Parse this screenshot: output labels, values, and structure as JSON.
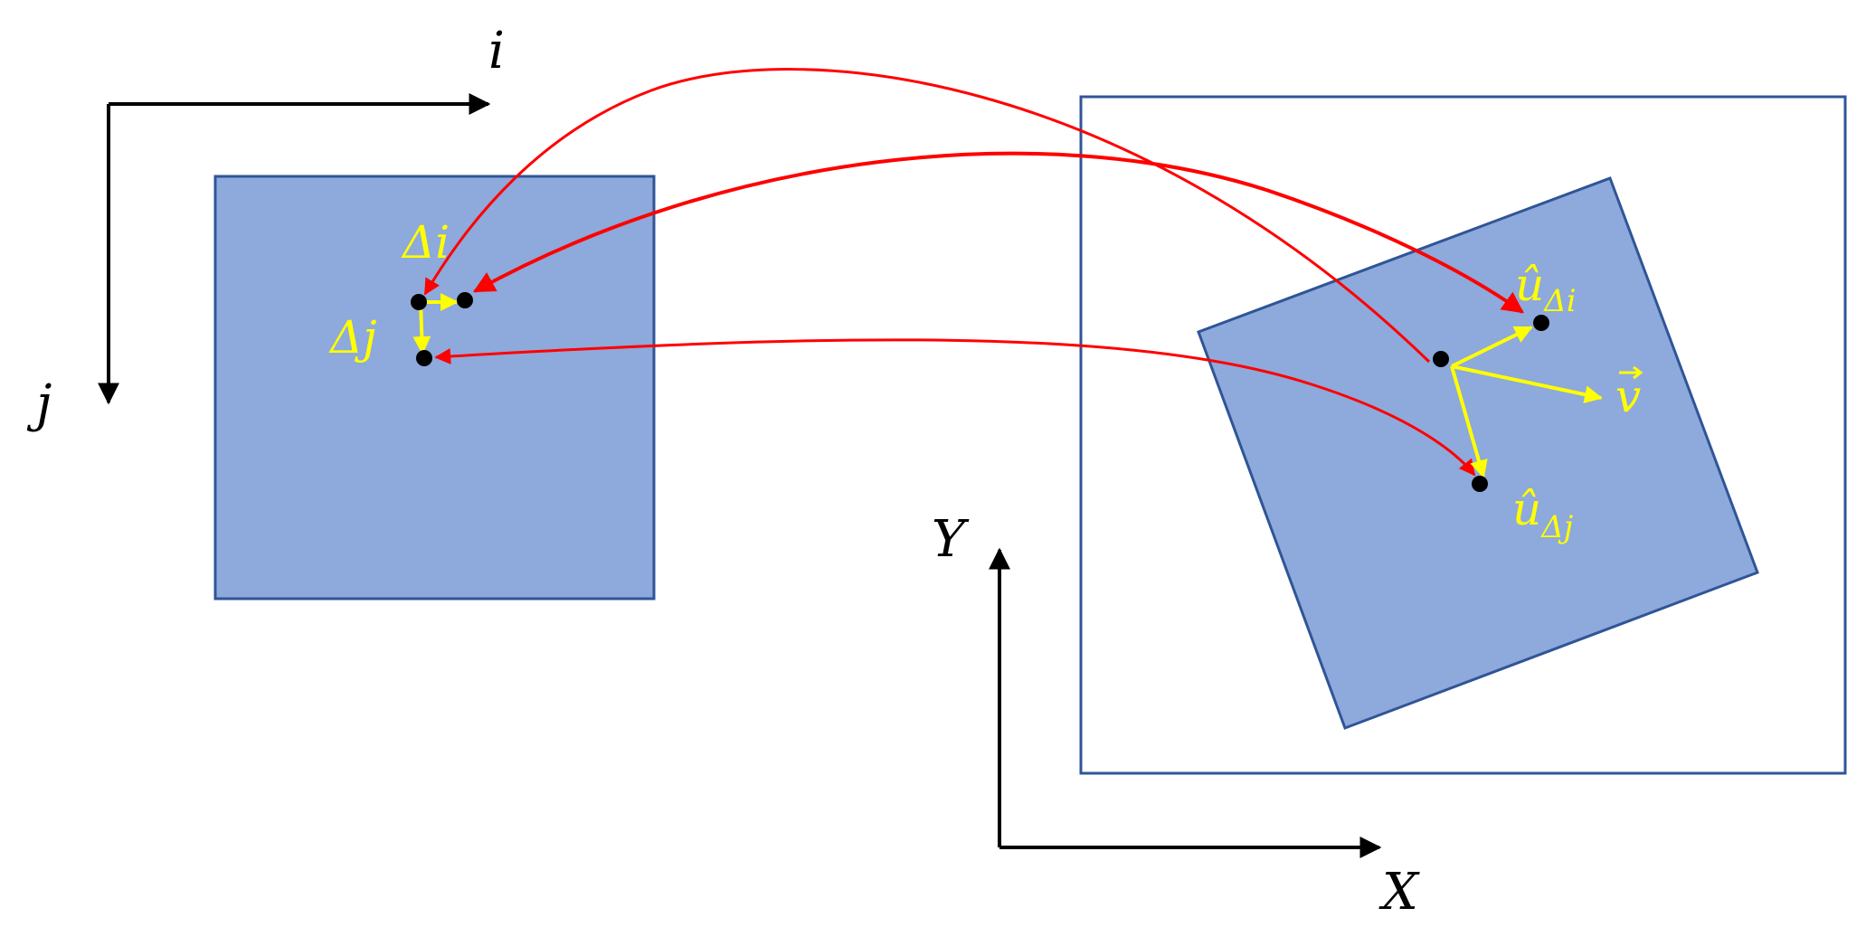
{
  "labels": {
    "axis_i": "i",
    "axis_j": "j",
    "axis_X": "X",
    "axis_Y": "Y",
    "delta_i": "Δi",
    "delta_j": "Δj",
    "u_hat": "û",
    "u_delta_i_sub": "Δi",
    "u_delta_j_sub": "Δj",
    "v_vec": "v"
  },
  "colors": {
    "square_fill": "#8EA9DB",
    "square_stroke": "#2F5597",
    "frame_stroke": "#2F5597",
    "mapping_arrows": "#FF0000",
    "vectors": "#FFFF00",
    "labels_highlight": "#FFFF00",
    "axes": "#000000",
    "points": "#000000"
  },
  "icons": {
    "arrowheads": "triangle-arrowhead"
  }
}
